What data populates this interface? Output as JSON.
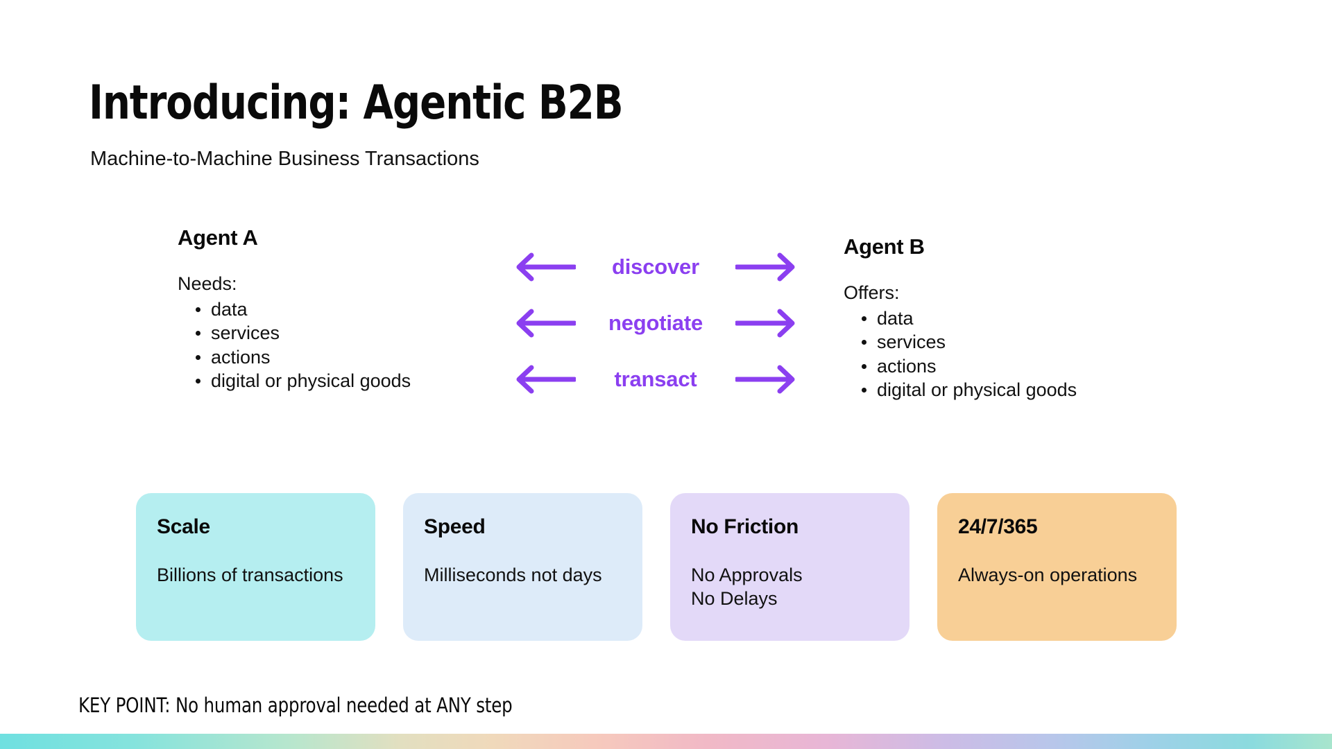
{
  "header": {
    "title": "Introducing: Agentic B2B",
    "subtitle": "Machine-to-Machine Business Transactions"
  },
  "agents": {
    "a": {
      "heading": "Agent A",
      "lead": "Needs:",
      "items": [
        "data",
        "services",
        "actions",
        "digital or physical goods"
      ]
    },
    "b": {
      "heading": "Agent B",
      "lead": "Offers:",
      "items": [
        "data",
        "services",
        "actions",
        "digital or physical goods"
      ]
    }
  },
  "exchange": {
    "accent_color": "#8b3ff0",
    "left_arrow_icon": "arrow-left-icon",
    "right_arrow_icon": "arrow-right-icon",
    "rows": [
      {
        "verb": "discover"
      },
      {
        "verb": "negotiate"
      },
      {
        "verb": "transact"
      }
    ]
  },
  "cards": [
    {
      "title": "Scale",
      "body": "Billions of transactions",
      "color": "#b5eef0"
    },
    {
      "title": "Speed",
      "body": "Milliseconds not days",
      "color": "#ddebf9"
    },
    {
      "title": "No Friction",
      "body": "No Approvals\nNo Delays",
      "color": "#e3d9f8"
    },
    {
      "title": "24/7/365",
      "body": "Always-on operations",
      "color": "#f8cf96"
    }
  ],
  "footer": {
    "key_point": "KEY POINT: No human approval needed at ANY step",
    "gradient_colors": [
      "#6fe0e0",
      "#b8e6cd",
      "#f0d9bb",
      "#f6c9bd",
      "#e8b6d6",
      "#b8c6ea",
      "#8bdbde"
    ]
  }
}
